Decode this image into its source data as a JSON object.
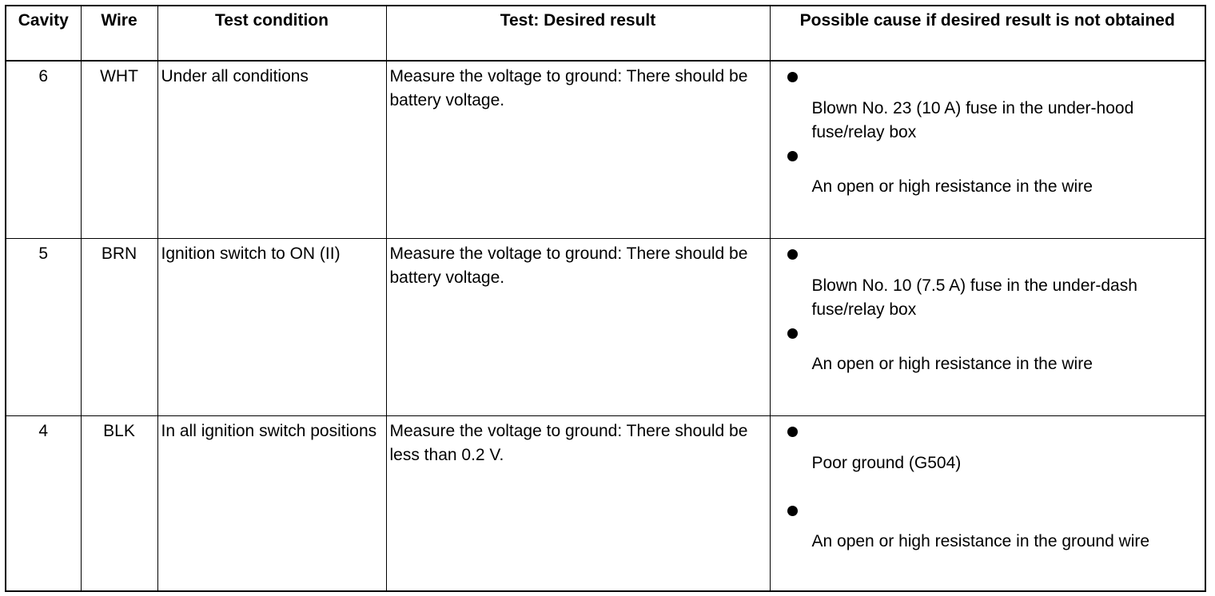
{
  "headers": {
    "cavity": "Cavity",
    "wire": "Wire",
    "test_condition": "Test condition",
    "desired_result": "Test: Desired result",
    "possible_cause": "Possible cause if desired result is not obtained"
  },
  "rows": [
    {
      "cavity": "6",
      "wire": "WHT",
      "condition": "Under all conditions",
      "result": "Measure the voltage to ground: There should be battery voltage.",
      "causes": [
        "Blown No. 23 (10 A) fuse in the under-hood fuse/relay box",
        "An open or high resistance in the wire"
      ]
    },
    {
      "cavity": "5",
      "wire": "BRN",
      "condition": "Ignition switch to ON (II)",
      "result": "Measure the voltage to ground: There should be battery voltage.",
      "causes": [
        "Blown No. 10 (7.5 A) fuse in the under-dash fuse/relay box",
        "An open or high resistance in the wire"
      ]
    },
    {
      "cavity": "4",
      "wire": "BLK",
      "condition": "In all ignition switch positions",
      "result": "Measure the voltage to ground: There should be less than 0.2 V.",
      "causes": [
        "Poor ground (G504)",
        "An open or high resistance in the ground wire"
      ]
    }
  ]
}
